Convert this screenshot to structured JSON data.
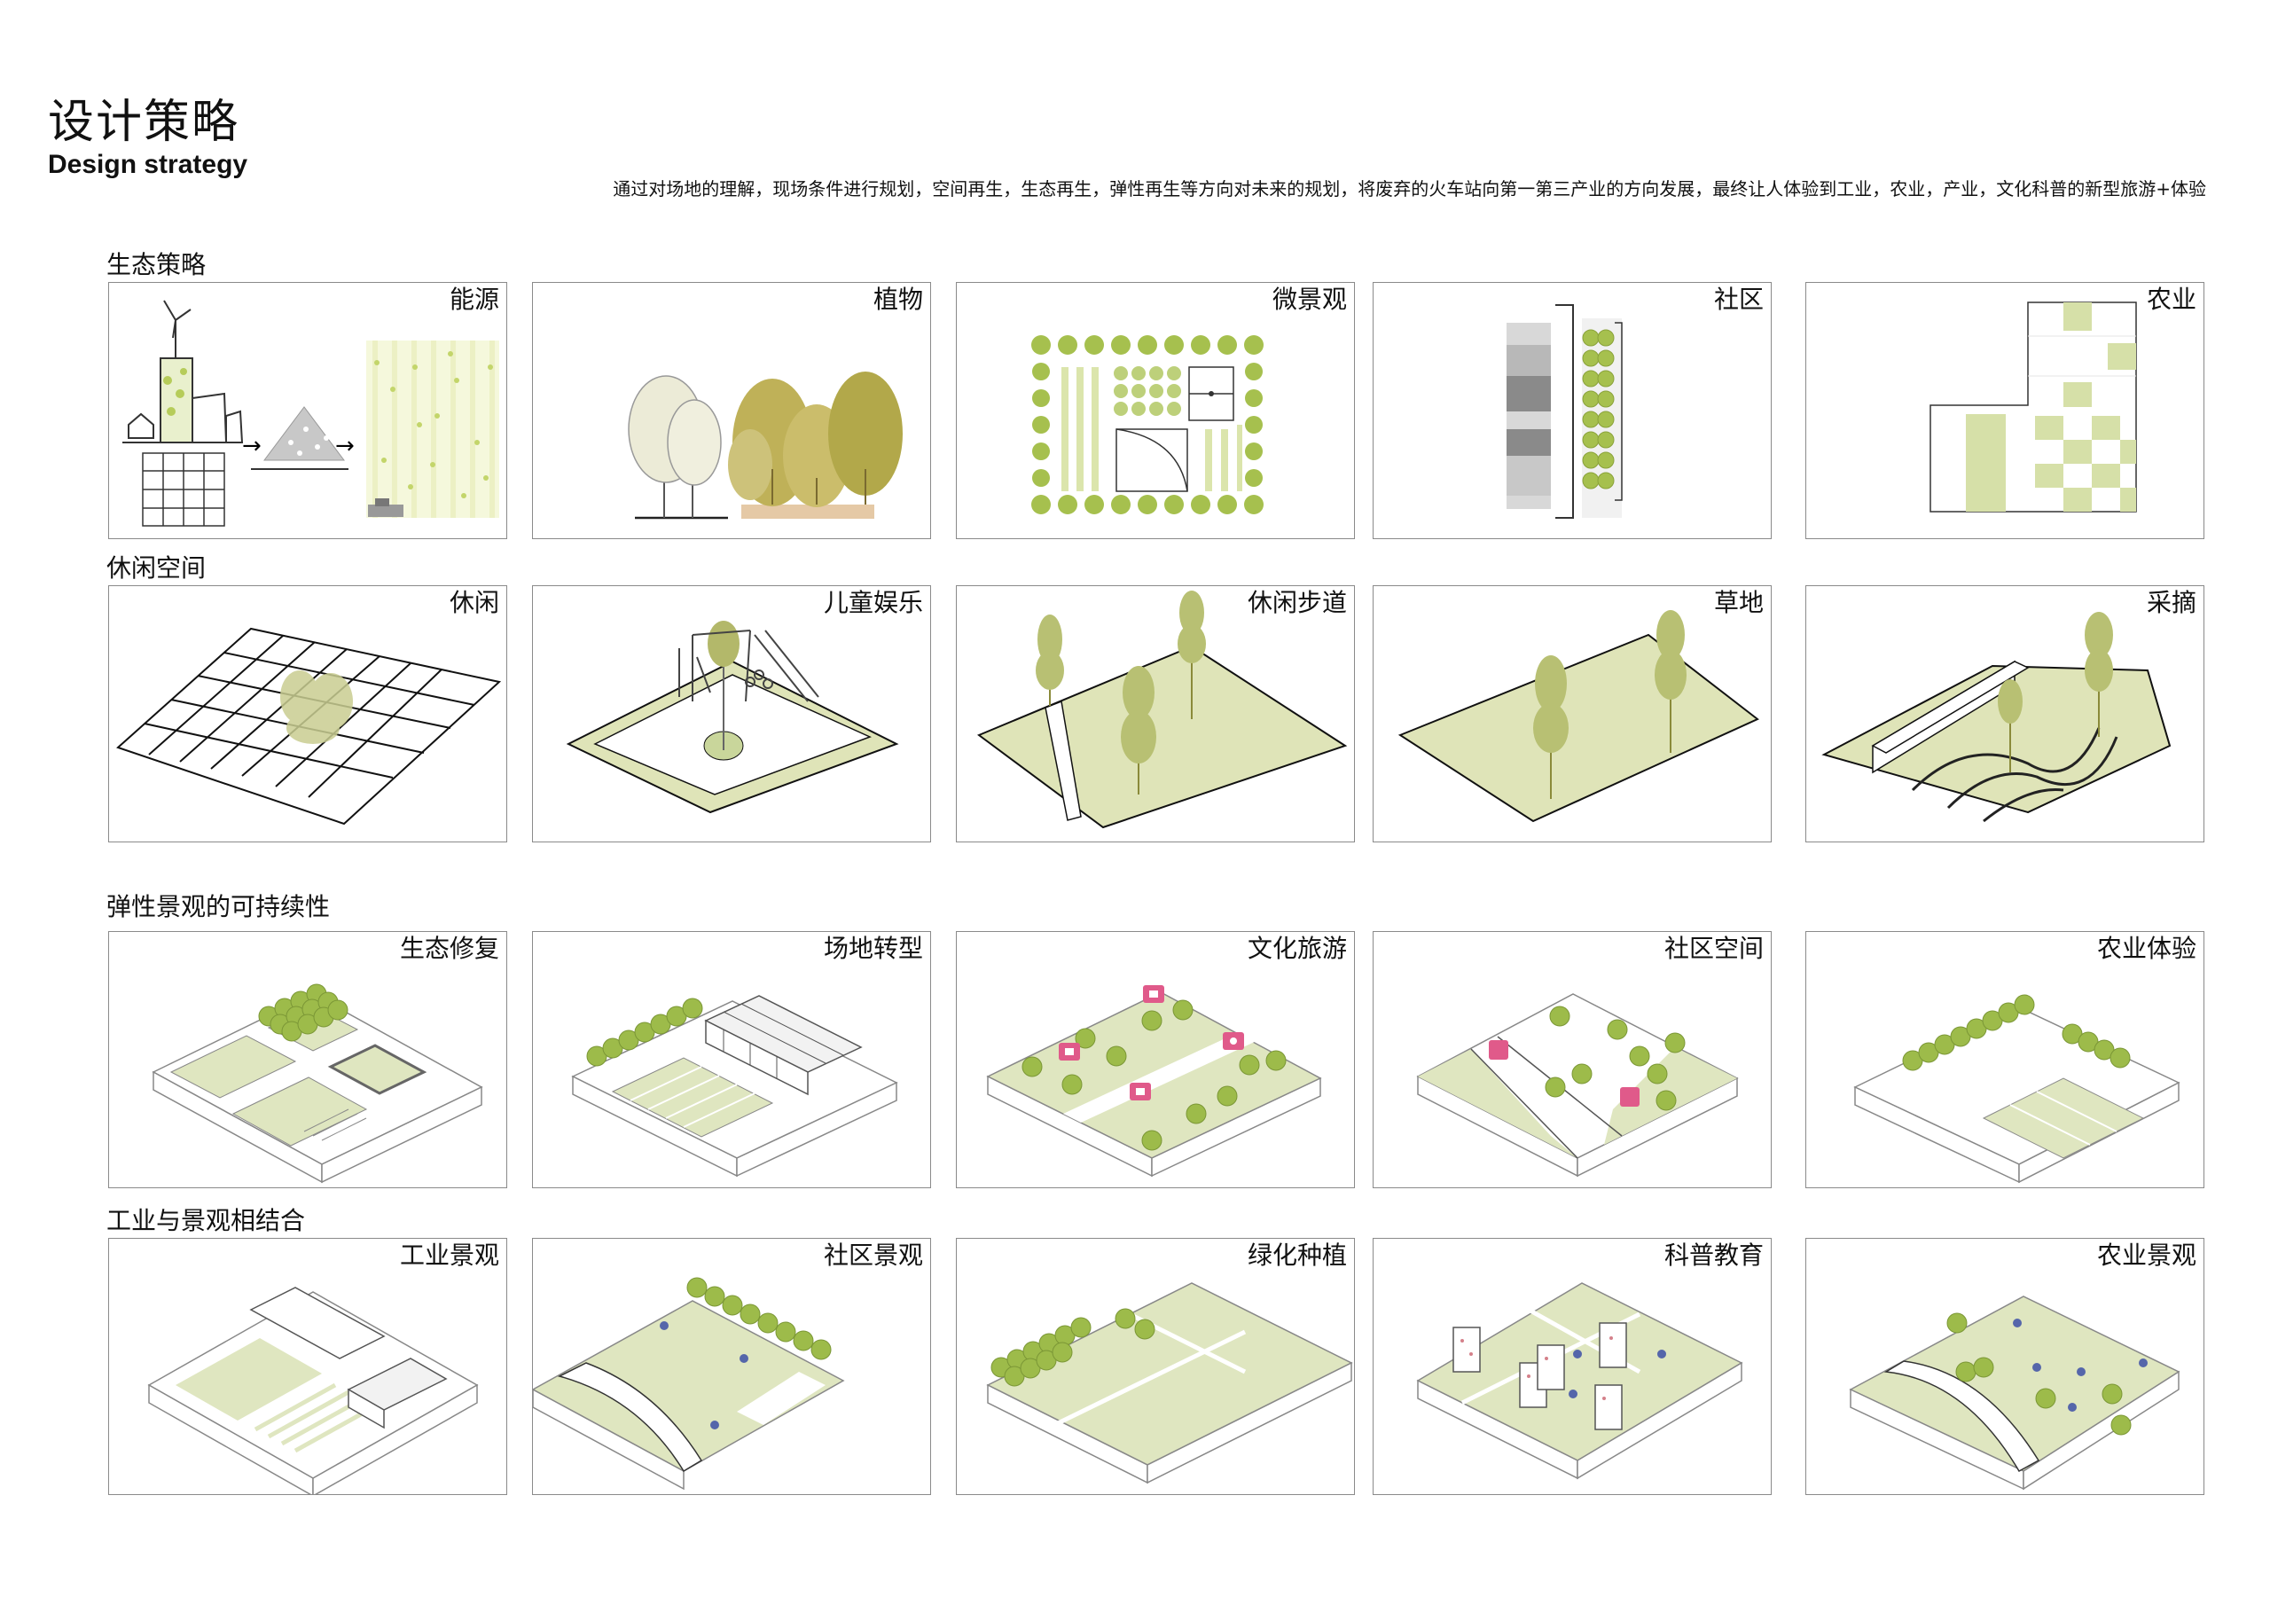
{
  "header": {
    "title_zh": "设计策略",
    "title_en": "Design strategy",
    "intro": "通过对场地的理解，现场条件进行规划，空间再生，生态再生，弹性再生等方向对未来的规划，将废弃的火车站向第一第三产业的方向发展，最终让人体验到工业，农业，产业，文化科普的新型旅游+体验"
  },
  "sections": [
    {
      "title": "生态策略",
      "panels": [
        "能源",
        "植物",
        "微景观",
        "社区",
        "农业"
      ]
    },
    {
      "title": "休闲空间",
      "panels": [
        "休闲",
        "儿童娱乐",
        "休闲步道",
        "草地",
        "采摘"
      ]
    },
    {
      "title": "弹性景观的可持续性",
      "panels": [
        "生态修复",
        "场地转型",
        "文化旅游",
        "社区空间",
        "农业体验"
      ]
    },
    {
      "title": "工业与景观相结合",
      "panels": [
        "工业景观",
        "社区景观",
        "绿化种植",
        "科普教育",
        "农业景观"
      ]
    }
  ],
  "colors": {
    "green_light": "#dfe6c0",
    "green_mid": "#c9d69b",
    "tree_green": "#9dbb4a",
    "tree_olive": "#b3a84a",
    "field_pale": "#f3f5d6",
    "pink_marker": "#e05a8a",
    "gray_dark": "#8a8a8a",
    "gray_mid": "#b8b8b8",
    "gray_light": "#d8d8d8",
    "border": "#8a8a8a"
  }
}
